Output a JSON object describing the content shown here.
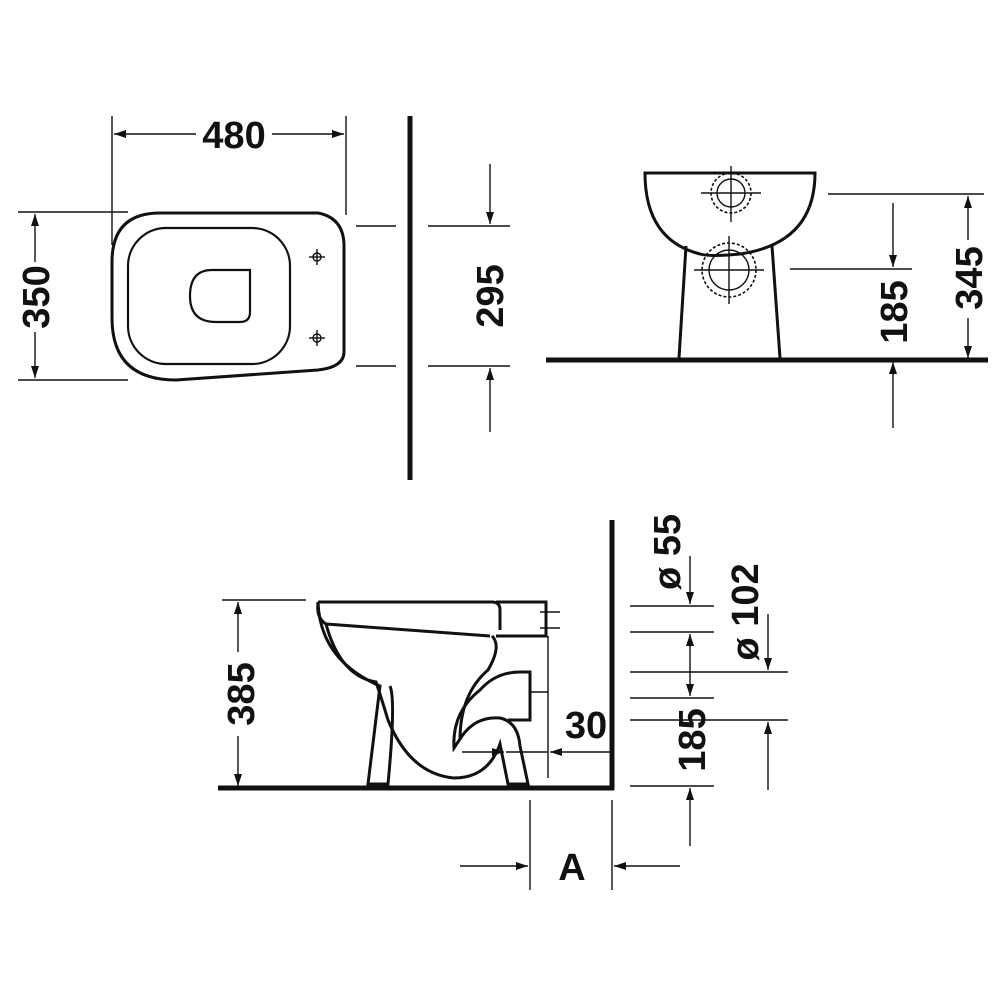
{
  "dimensions": {
    "top_width": "480",
    "top_depth": "350",
    "fixing_spacing": "295",
    "front_total_height": "345",
    "front_outlet_height": "185",
    "side_bowl_height": "385",
    "side_inlet_diameter": "ø 55",
    "side_outlet_diameter": "ø 102",
    "side_offset": "30",
    "side_outlet_height": "185",
    "wall_distance": "A"
  }
}
